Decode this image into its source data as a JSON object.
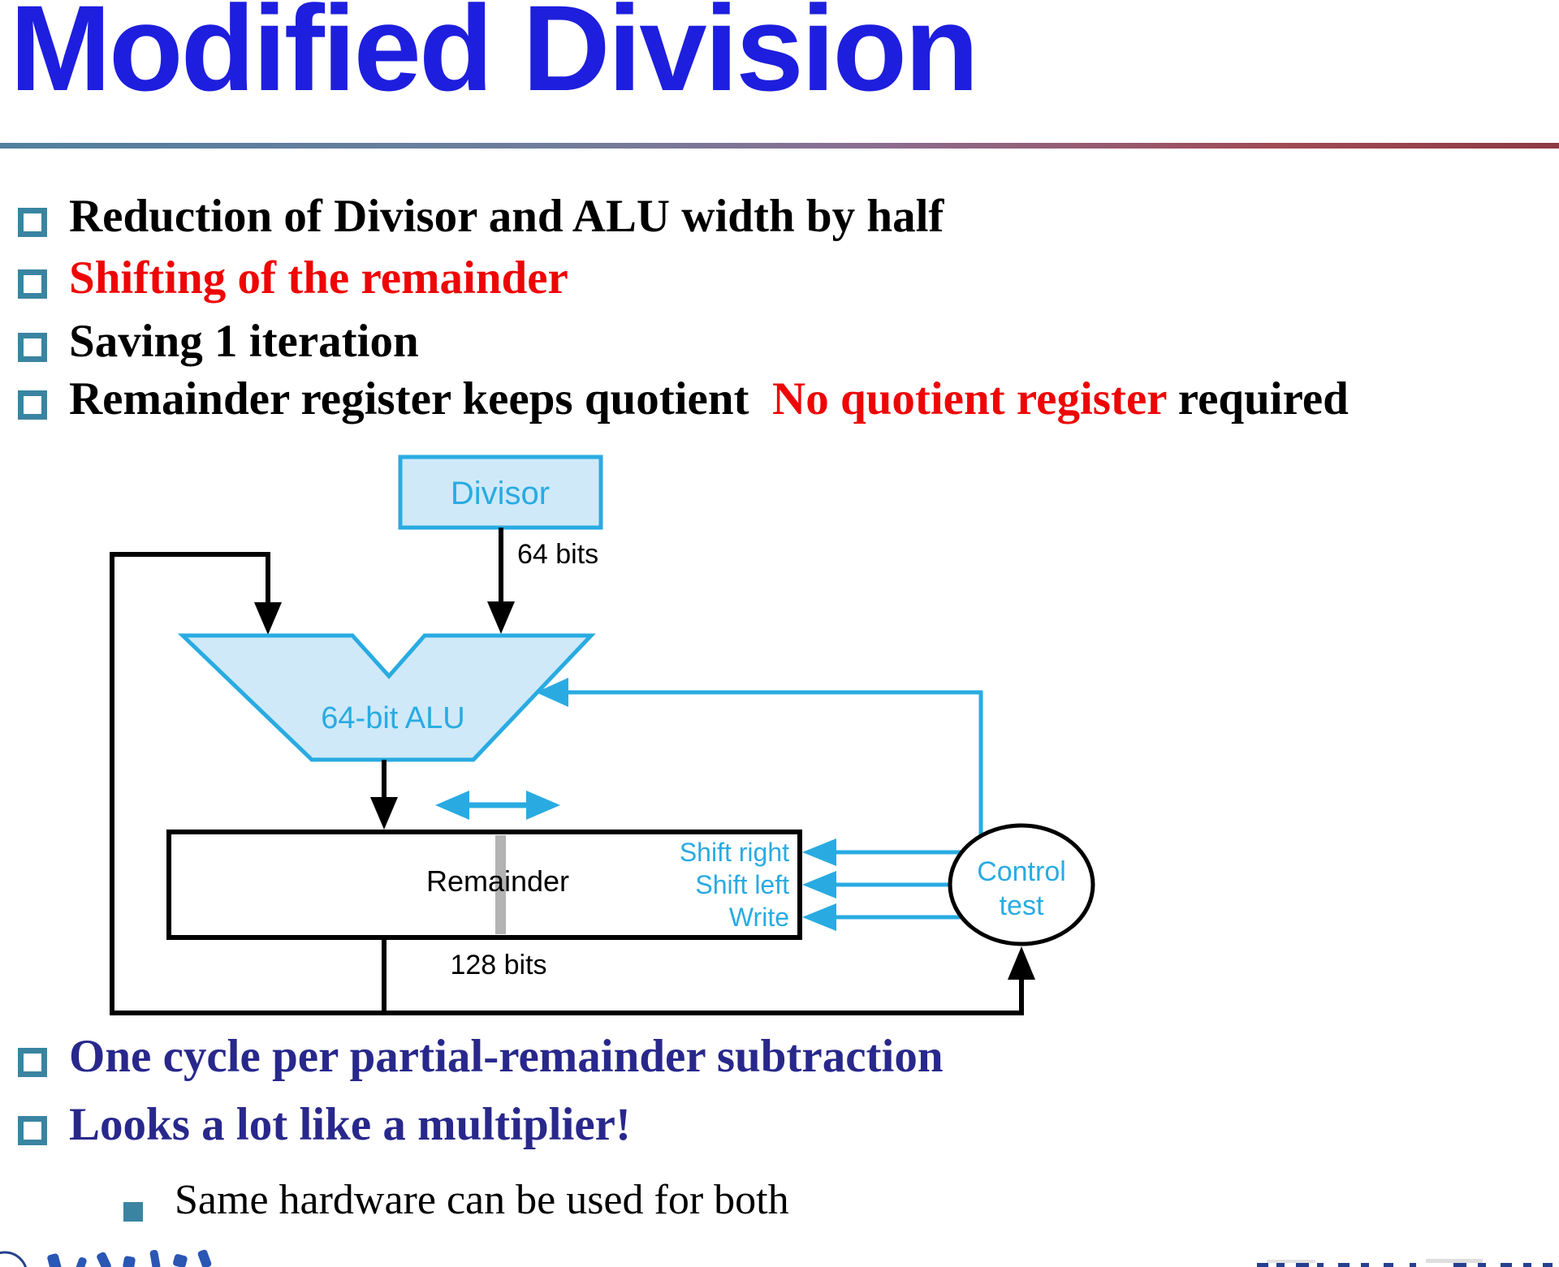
{
  "content": {
    "title": "Modified Division",
    "bullets": [
      {
        "text": "Reduction of Divisor and ALU width by half"
      },
      {
        "text": "Shifting of the remainder"
      },
      {
        "text": "Saving 1 iteration"
      },
      {
        "parts": [
          "Remainder register keeps quotient  ",
          "No quotient register",
          " required"
        ]
      }
    ],
    "lower_bullets": [
      {
        "text": "One cycle per partial-remainder subtraction"
      },
      {
        "text": "Looks a lot like a multiplier!"
      }
    ],
    "sub_bullet": "Same hardware can be used for both"
  },
  "diagram": {
    "divisor_label": "Divisor",
    "divisor_width_label": "64 bits",
    "alu_label": "64-bit ALU",
    "register_label": "Remainder",
    "register_width_label": "128 bits",
    "control_signals": [
      "Shift right",
      "Shift left",
      "Write"
    ],
    "control_label_line1": "Control",
    "control_label_line2": "test"
  },
  "colors": {
    "title_blue": "#1e1ede",
    "highlight_red": "#ee0505",
    "body_navy": "#28288c",
    "bullet_teal": "#3a84a2",
    "diagram_cyan": "#29abe2",
    "diagram_fill": "#cfe9f8",
    "divider_gray": "#b3b3b3"
  }
}
